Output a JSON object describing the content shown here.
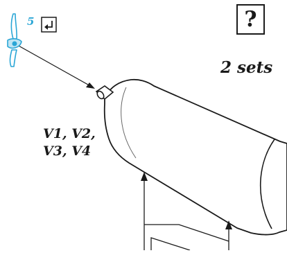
{
  "step": {
    "number": "5"
  },
  "callouts": {
    "question_mark": "?",
    "sets": "2 sets",
    "parts_line_1": "V1, V2,",
    "parts_line_2": "V3, V4"
  },
  "icons": {
    "propeller": "propeller-icon",
    "rotate": "rotate-arrow-icon",
    "insert_arrow": "arrow-icon"
  },
  "colors": {
    "line": "#1a1a1a",
    "propeller": "#2aa6d6",
    "background": "#ffffff"
  }
}
